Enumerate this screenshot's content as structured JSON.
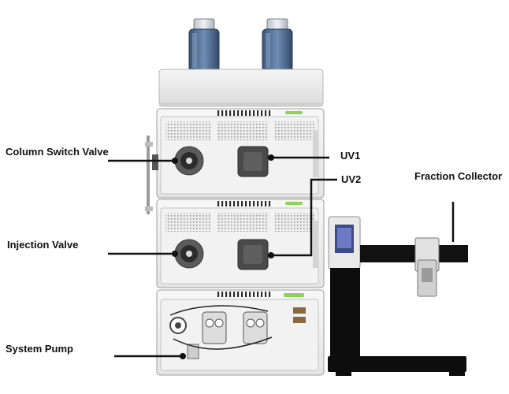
{
  "labels": {
    "column_switch_valve": "Column Switch Valve",
    "uv1": "UV1",
    "uv2": "UV2",
    "fraction_collector": "Fraction Collector",
    "injection_valve": "Injection Valve",
    "system_pump": "System Pump"
  }
}
